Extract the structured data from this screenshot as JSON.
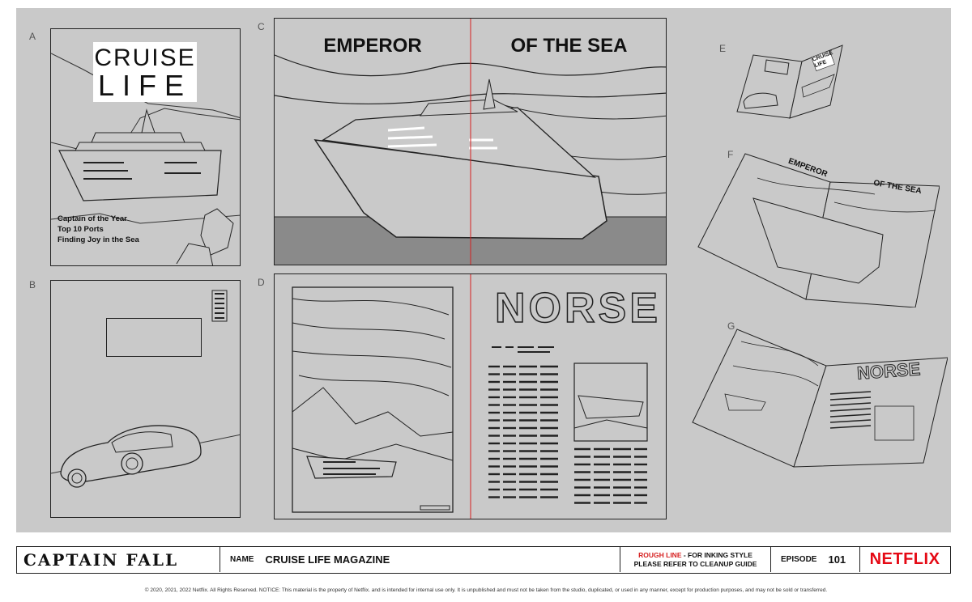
{
  "labels": {
    "a": "A",
    "b": "B",
    "c": "C",
    "d": "D",
    "e": "E",
    "f": "F",
    "g": "G"
  },
  "cover": {
    "title_line1": "CRUISE",
    "title_line2": "LIFE",
    "bullets": [
      "Captain of the Year",
      "Top 10 Ports",
      "Finding Joy in the Sea"
    ]
  },
  "spread_c": {
    "left_heading": "EMPEROR",
    "right_heading": "OF THE SEA"
  },
  "spread_d": {
    "heading": "NORSE"
  },
  "mini_e": {
    "title_line1": "CRUISE",
    "title_line2": "LIFE"
  },
  "mini_f": {
    "left_heading": "EMPEROR",
    "right_heading": "OF THE SEA"
  },
  "mini_g": {
    "heading": "NORSE"
  },
  "titlebar": {
    "show_title": "CAPTAIN FALL",
    "name_label": "NAME",
    "name_value": "CRUISE LIFE MAGAZINE",
    "note_red": "ROUGH LINE",
    "note_rest": " - FOR INKING STYLE",
    "note_line2": "PLEASE REFER TO CLEANUP GUIDE",
    "episode_label": "EPISODE",
    "episode_value": "101",
    "brand": "NETFLIX"
  },
  "colors": {
    "brand_red": "#e50914",
    "guide_red": "#d62020",
    "sheet_gray": "#c9c9c9",
    "water_gray": "#8a8a8a"
  },
  "footer": "© 2020, 2021, 2022 Netflix. All Rights Reserved. NOTICE: This material is the property of Netflix. and is intended for internal use only. It is unpublished and must not be taken from the studio, duplicated, or used in any manner, except for production purposes, and may not be sold or transferred."
}
